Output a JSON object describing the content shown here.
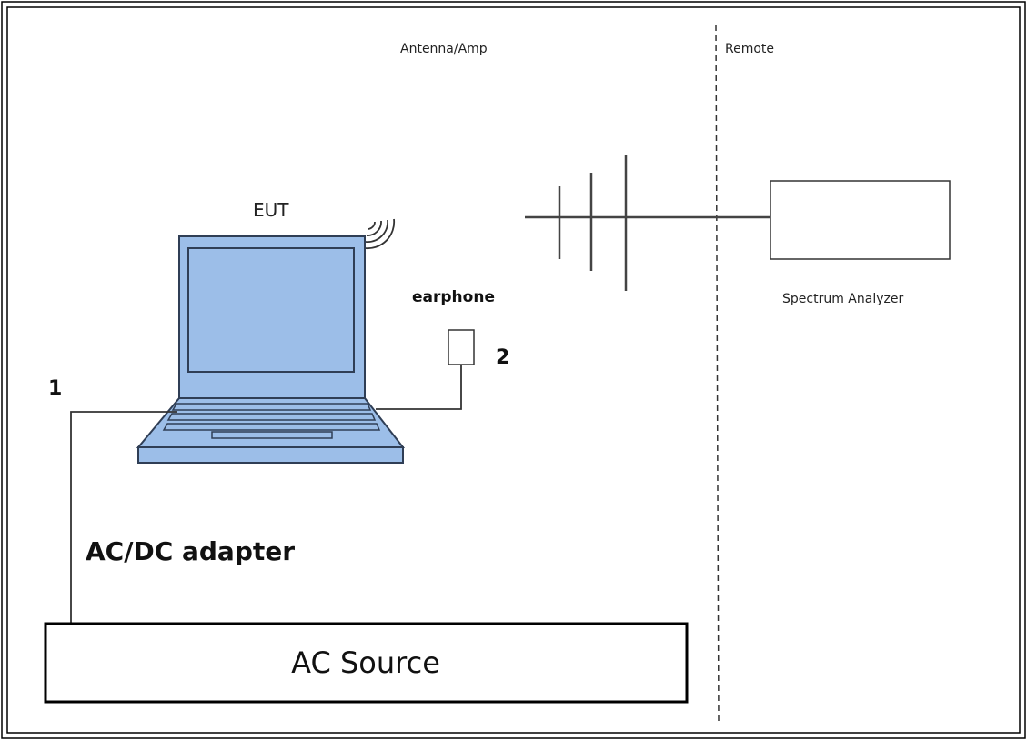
{
  "labels": {
    "antenna_amp": "Antenna/Amp",
    "remote": "Remote",
    "eut": "EUT",
    "earphone": "earphone",
    "port_1": "1",
    "port_2": "2",
    "spectrum_analyzer": "Spectrum Analyzer",
    "adapter": "AC/DC adapter",
    "ac_source": "AC Source"
  },
  "colors": {
    "laptop_fill": "#9CBEE8",
    "laptop_outline": "#2F3E55",
    "line": "#333333",
    "frame": "#000000"
  },
  "icons": {
    "wireless": "wifi-signal-icon",
    "antenna": "log-periodic-antenna-icon",
    "laptop": "laptop-icon",
    "earphone": "earphone-icon"
  }
}
